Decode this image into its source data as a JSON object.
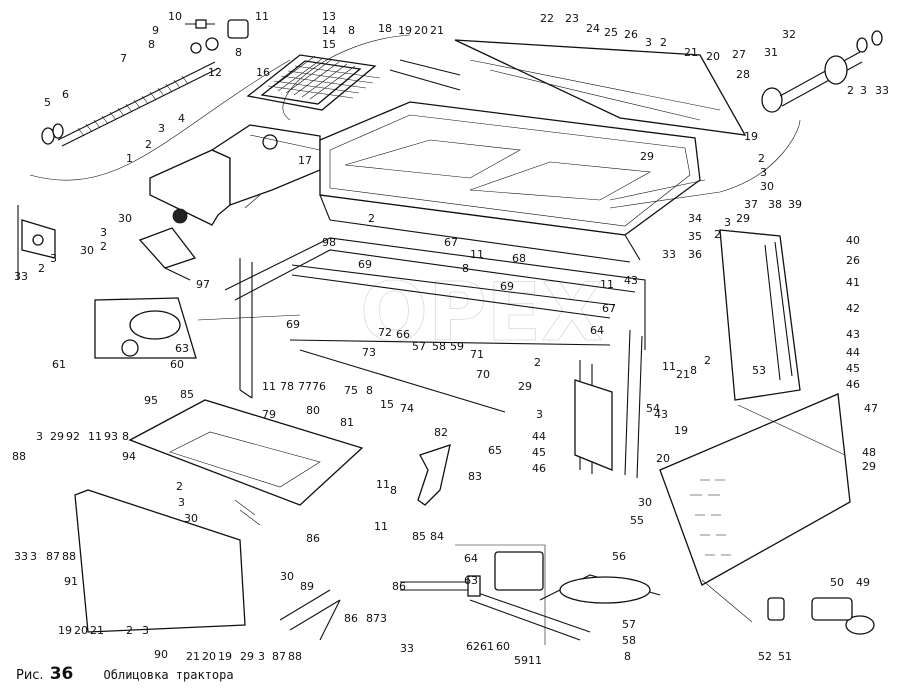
{
  "caption": {
    "figure_prefix": "Рис.",
    "figure_number": "36",
    "title": "Облицовка трактора"
  },
  "watermark": "OPEX",
  "callouts": [
    {
      "id": "c10",
      "text": "10"
    },
    {
      "id": "c11a",
      "text": "11"
    },
    {
      "id": "c9",
      "text": "9"
    },
    {
      "id": "c8a",
      "text": "8"
    },
    {
      "id": "c12",
      "text": "12"
    },
    {
      "id": "c8b",
      "text": "8"
    },
    {
      "id": "c7",
      "text": "7"
    },
    {
      "id": "c5",
      "text": "5"
    },
    {
      "id": "c6",
      "text": "6"
    },
    {
      "id": "c13",
      "text": "13"
    },
    {
      "id": "c14",
      "text": "14"
    },
    {
      "id": "c15a",
      "text": "15"
    },
    {
      "id": "c8c",
      "text": "8"
    },
    {
      "id": "c18",
      "text": "18"
    },
    {
      "id": "c19a",
      "text": "19"
    },
    {
      "id": "c20a",
      "text": "20"
    },
    {
      "id": "c21a",
      "text": "21"
    },
    {
      "id": "c22",
      "text": "22"
    },
    {
      "id": "c23",
      "text": "23"
    },
    {
      "id": "c24",
      "text": "24"
    },
    {
      "id": "c25",
      "text": "25"
    },
    {
      "id": "c26a",
      "text": "26"
    },
    {
      "id": "c3a",
      "text": "3"
    },
    {
      "id": "c2a",
      "text": "2"
    },
    {
      "id": "c21b",
      "text": "21"
    },
    {
      "id": "c20b",
      "text": "20"
    },
    {
      "id": "c27",
      "text": "27"
    },
    {
      "id": "c28",
      "text": "28"
    },
    {
      "id": "c31",
      "text": "31"
    },
    {
      "id": "c32",
      "text": "32"
    },
    {
      "id": "c2b",
      "text": "2"
    },
    {
      "id": "c3b",
      "text": "3"
    },
    {
      "id": "c33a",
      "text": "33"
    },
    {
      "id": "c16",
      "text": "16"
    },
    {
      "id": "c3c",
      "text": "3"
    },
    {
      "id": "c4",
      "text": "4"
    },
    {
      "id": "c2c",
      "text": "2"
    },
    {
      "id": "c1",
      "text": "1"
    },
    {
      "id": "c17",
      "text": "17"
    },
    {
      "id": "c19b",
      "text": "19"
    },
    {
      "id": "c29a",
      "text": "29"
    },
    {
      "id": "c2d",
      "text": "2"
    },
    {
      "id": "c3d",
      "text": "3"
    },
    {
      "id": "c30a",
      "text": "30"
    },
    {
      "id": "c30b",
      "text": "30"
    },
    {
      "id": "c3e",
      "text": "3"
    },
    {
      "id": "c2e",
      "text": "2"
    },
    {
      "id": "c30c",
      "text": "30"
    },
    {
      "id": "c33b",
      "text": "33"
    },
    {
      "id": "c2f",
      "text": "2"
    },
    {
      "id": "c3f",
      "text": "3"
    },
    {
      "id": "c97",
      "text": "97"
    },
    {
      "id": "c98",
      "text": "98"
    },
    {
      "id": "c2g",
      "text": "2"
    },
    {
      "id": "c67a",
      "text": "67"
    },
    {
      "id": "c11b",
      "text": "11"
    },
    {
      "id": "c8d",
      "text": "8"
    },
    {
      "id": "c69a",
      "text": "69"
    },
    {
      "id": "c68",
      "text": "68"
    },
    {
      "id": "c34",
      "text": "34"
    },
    {
      "id": "c35",
      "text": "35"
    },
    {
      "id": "c36",
      "text": "36"
    },
    {
      "id": "c33c",
      "text": "33"
    },
    {
      "id": "c43a",
      "text": "43"
    },
    {
      "id": "c2h",
      "text": "2"
    },
    {
      "id": "c3g",
      "text": "3"
    },
    {
      "id": "c29b",
      "text": "29"
    },
    {
      "id": "c37",
      "text": "37"
    },
    {
      "id": "c38",
      "text": "38"
    },
    {
      "id": "c39",
      "text": "39"
    },
    {
      "id": "c40",
      "text": "40"
    },
    {
      "id": "c26b",
      "text": "26"
    },
    {
      "id": "c41",
      "text": "41"
    },
    {
      "id": "c42",
      "text": "42"
    },
    {
      "id": "c43b",
      "text": "43"
    },
    {
      "id": "c44a",
      "text": "44"
    },
    {
      "id": "c45a",
      "text": "45"
    },
    {
      "id": "c46a",
      "text": "46"
    },
    {
      "id": "c69b",
      "text": "69"
    },
    {
      "id": "c11c",
      "text": "11"
    },
    {
      "id": "c67b",
      "text": "67"
    },
    {
      "id": "c61",
      "text": "61"
    },
    {
      "id": "c60",
      "text": "60"
    },
    {
      "id": "c63a",
      "text": "63"
    },
    {
      "id": "c69c",
      "text": "69"
    },
    {
      "id": "c72",
      "text": "72"
    },
    {
      "id": "c66",
      "text": "66"
    },
    {
      "id": "c57a",
      "text": "57"
    },
    {
      "id": "c58a",
      "text": "58"
    },
    {
      "id": "c59a",
      "text": "59"
    },
    {
      "id": "c71",
      "text": "71"
    },
    {
      "id": "c70",
      "text": "70"
    },
    {
      "id": "c64a",
      "text": "64"
    },
    {
      "id": "c73",
      "text": "73"
    },
    {
      "id": "c2i",
      "text": "2"
    },
    {
      "id": "c11d",
      "text": "11"
    },
    {
      "id": "c78",
      "text": "78"
    },
    {
      "id": "c77",
      "text": "77"
    },
    {
      "id": "c76",
      "text": "76"
    },
    {
      "id": "c75",
      "text": "75"
    },
    {
      "id": "c8e",
      "text": "8"
    },
    {
      "id": "c15b",
      "text": "15"
    },
    {
      "id": "c74",
      "text": "74"
    },
    {
      "id": "c29c",
      "text": "29"
    },
    {
      "id": "c3h",
      "text": "3"
    },
    {
      "id": "c2j",
      "text": "2"
    },
    {
      "id": "c8f",
      "text": "8"
    },
    {
      "id": "c53",
      "text": "53"
    },
    {
      "id": "c11e",
      "text": "11"
    },
    {
      "id": "c21c",
      "text": "21"
    },
    {
      "id": "c54",
      "text": "54"
    },
    {
      "id": "c43c",
      "text": "43"
    },
    {
      "id": "c79",
      "text": "79"
    },
    {
      "id": "c95",
      "text": "95"
    },
    {
      "id": "c85a",
      "text": "85"
    },
    {
      "id": "c80",
      "text": "80"
    },
    {
      "id": "c81",
      "text": "81"
    },
    {
      "id": "c82",
      "text": "82"
    },
    {
      "id": "c65",
      "text": "65"
    },
    {
      "id": "c44b",
      "text": "44"
    },
    {
      "id": "c45b",
      "text": "45"
    },
    {
      "id": "c46b",
      "text": "46"
    },
    {
      "id": "c47",
      "text": "47"
    },
    {
      "id": "c48",
      "text": "48"
    },
    {
      "id": "c29d",
      "text": "29"
    },
    {
      "id": "c19c",
      "text": "19"
    },
    {
      "id": "c20c",
      "text": "20"
    },
    {
      "id": "c3i",
      "text": "3"
    },
    {
      "id": "c29e",
      "text": "29"
    },
    {
      "id": "c92",
      "text": "92"
    },
    {
      "id": "c11f",
      "text": "11"
    },
    {
      "id": "c93",
      "text": "93"
    },
    {
      "id": "c8g",
      "text": "8"
    },
    {
      "id": "c94",
      "text": "94"
    },
    {
      "id": "c88a",
      "text": "88"
    },
    {
      "id": "c11g",
      "text": "11"
    },
    {
      "id": "c8h",
      "text": "8"
    },
    {
      "id": "c83",
      "text": "83"
    },
    {
      "id": "c2k",
      "text": "2"
    },
    {
      "id": "c3j",
      "text": "3"
    },
    {
      "id": "c30d",
      "text": "30"
    },
    {
      "id": "c30e",
      "text": "30"
    },
    {
      "id": "c55",
      "text": "55"
    },
    {
      "id": "c33d",
      "text": "33"
    },
    {
      "id": "c3k",
      "text": "3"
    },
    {
      "id": "c87a",
      "text": "87"
    },
    {
      "id": "c88b",
      "text": "88"
    },
    {
      "id": "c86a",
      "text": "86"
    },
    {
      "id": "c11h",
      "text": "11"
    },
    {
      "id": "c85b",
      "text": "85"
    },
    {
      "id": "c84",
      "text": "84"
    },
    {
      "id": "c56",
      "text": "56"
    },
    {
      "id": "c91",
      "text": "91"
    },
    {
      "id": "c86b",
      "text": "86"
    },
    {
      "id": "c30f",
      "text": "30"
    },
    {
      "id": "c89",
      "text": "89"
    },
    {
      "id": "c64b",
      "text": "64"
    },
    {
      "id": "c63b",
      "text": "63"
    },
    {
      "id": "c50",
      "text": "50"
    },
    {
      "id": "c49",
      "text": "49"
    },
    {
      "id": "c2l",
      "text": "2"
    },
    {
      "id": "c3l",
      "text": "3"
    },
    {
      "id": "c86c",
      "text": "86"
    },
    {
      "id": "c87b",
      "text": "87"
    },
    {
      "id": "c3m",
      "text": "3"
    },
    {
      "id": "c57b",
      "text": "57"
    },
    {
      "id": "c19d",
      "text": "19"
    },
    {
      "id": "c20d",
      "text": "20"
    },
    {
      "id": "c21d",
      "text": "21"
    },
    {
      "id": "c90",
      "text": "90"
    },
    {
      "id": "c21e",
      "text": "21"
    },
    {
      "id": "c20e",
      "text": "20"
    },
    {
      "id": "c19e",
      "text": "19"
    },
    {
      "id": "c29f",
      "text": "29"
    },
    {
      "id": "c3n",
      "text": "3"
    },
    {
      "id": "c87c",
      "text": "87"
    },
    {
      "id": "c88c",
      "text": "88"
    },
    {
      "id": "c33e",
      "text": "33"
    },
    {
      "id": "c62",
      "text": "62"
    },
    {
      "id": "c61b",
      "text": "61"
    },
    {
      "id": "c60b",
      "text": "60"
    },
    {
      "id": "c59b",
      "text": "59"
    },
    {
      "id": "c11i",
      "text": "11"
    },
    {
      "id": "c58b",
      "text": "58"
    },
    {
      "id": "c8i",
      "text": "8"
    },
    {
      "id": "c52",
      "text": "52"
    },
    {
      "id": "c51",
      "text": "51"
    }
  ]
}
